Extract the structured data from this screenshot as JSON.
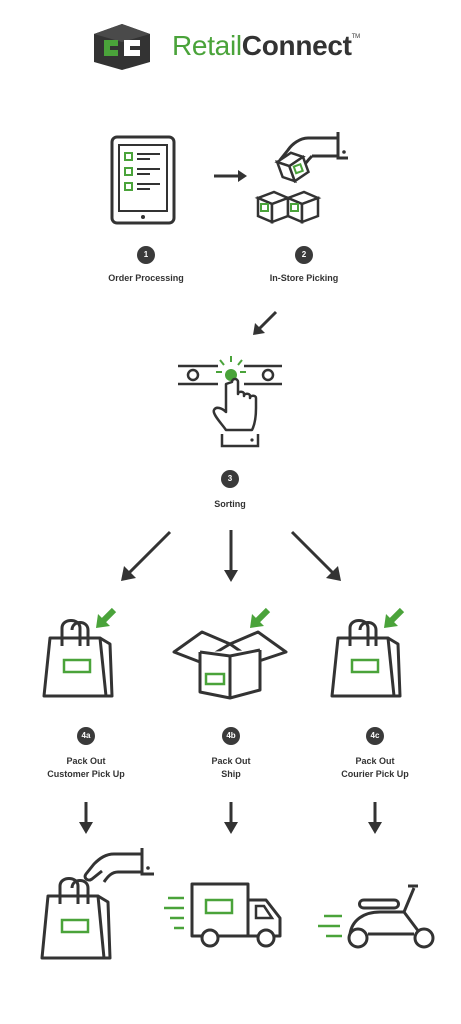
{
  "brand": {
    "part1": "Retail",
    "part2": "Connect",
    "tm": "TM"
  },
  "colors": {
    "accent": "#4aa33a",
    "ink": "#333333",
    "badge": "#3a3a3a"
  },
  "steps": [
    {
      "num": "1",
      "label": "Order Processing",
      "icon": "tablet-checklist-icon"
    },
    {
      "num": "2",
      "label": "In-Store Picking",
      "icon": "hand-picking-boxes-icon"
    },
    {
      "num": "3",
      "label": "Sorting",
      "icon": "hand-pressing-conveyor-icon"
    },
    {
      "num": "4a",
      "label_line1": "Pack Out",
      "label_line2": "Customer Pick Up",
      "icon": "shopping-bag-icon"
    },
    {
      "num": "4b",
      "label_line1": "Pack Out",
      "label_line2": "Ship",
      "icon": "open-box-icon"
    },
    {
      "num": "4c",
      "label_line1": "Pack Out",
      "label_line2": "Courier Pick Up",
      "icon": "shopping-bag-icon"
    }
  ],
  "outcomes": [
    {
      "icon": "hand-taking-bag-icon"
    },
    {
      "icon": "delivery-truck-icon"
    },
    {
      "icon": "scooter-icon"
    }
  ]
}
